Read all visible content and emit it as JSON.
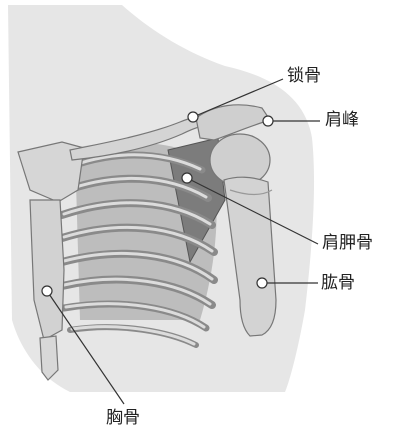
{
  "labels": {
    "clavicle": "锁骨",
    "acromion": "肩峰",
    "scapula": "肩胛骨",
    "humerus": "肱骨",
    "sternum": "胸骨"
  },
  "colors": {
    "background": "#ffffff",
    "skin": "#e6e6e6",
    "bone": "#d2d2d2",
    "bone_outline": "#777777",
    "cavity": "#9a9a9a",
    "leader_line": "#333333",
    "marker": "#ffffff"
  }
}
